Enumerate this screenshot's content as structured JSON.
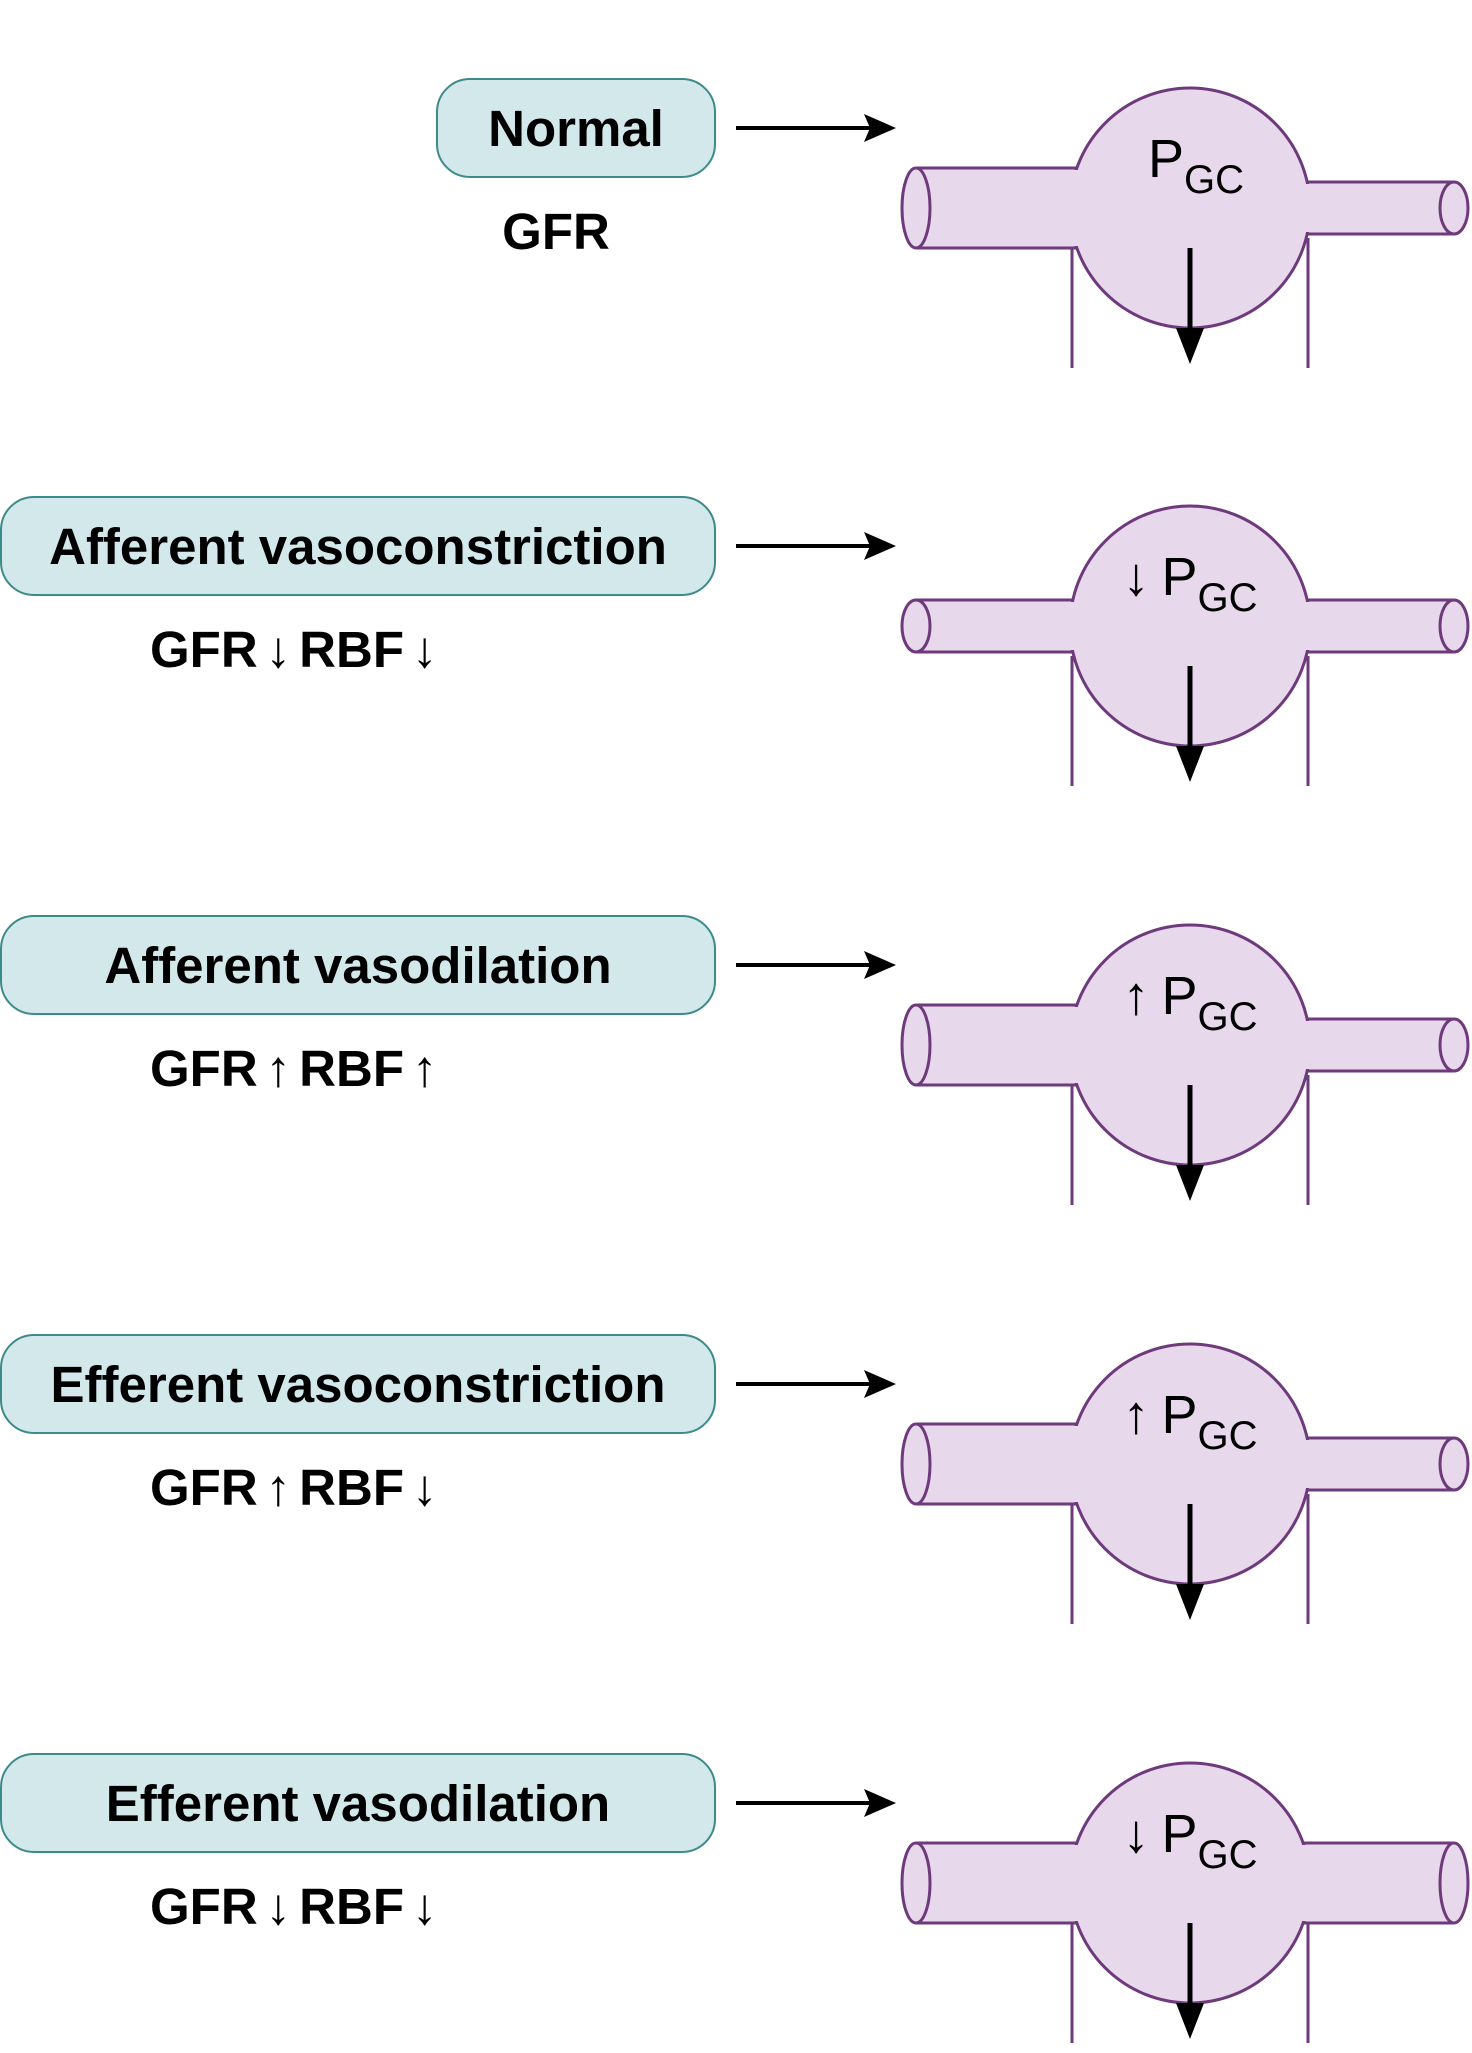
{
  "colors": {
    "box_fill": "#d3e8ea",
    "box_border": "#3d8a8a",
    "vessel_fill": "#e8d8ec",
    "vessel_stroke": "#6e3a7c",
    "arrow": "#000000"
  },
  "pressure_label": {
    "main": "P",
    "sub": "GC"
  },
  "rows": [
    {
      "condition": "Normal",
      "gfr_label": "GFR",
      "gfr_dir": "",
      "rbf_label": "",
      "rbf_dir": "",
      "pgc_dir": ""
    },
    {
      "condition": "Afferent vasoconstriction",
      "gfr_label": "GFR",
      "gfr_dir": "↓",
      "rbf_label": "RBF",
      "rbf_dir": "↓",
      "pgc_dir": "↓"
    },
    {
      "condition": "Afferent vasodilation",
      "gfr_label": "GFR",
      "gfr_dir": "↑",
      "rbf_label": "RBF",
      "rbf_dir": "↑",
      "pgc_dir": "↑"
    },
    {
      "condition": "Efferent vasoconstriction",
      "gfr_label": "GFR",
      "gfr_dir": "↑",
      "rbf_label": "RBF",
      "rbf_dir": "↓",
      "pgc_dir": "↑"
    },
    {
      "condition": "Efferent vasodilation",
      "gfr_label": "GFR",
      "gfr_dir": "↓",
      "rbf_label": "RBF",
      "rbf_dir": "↓",
      "pgc_dir": "↓"
    }
  ]
}
